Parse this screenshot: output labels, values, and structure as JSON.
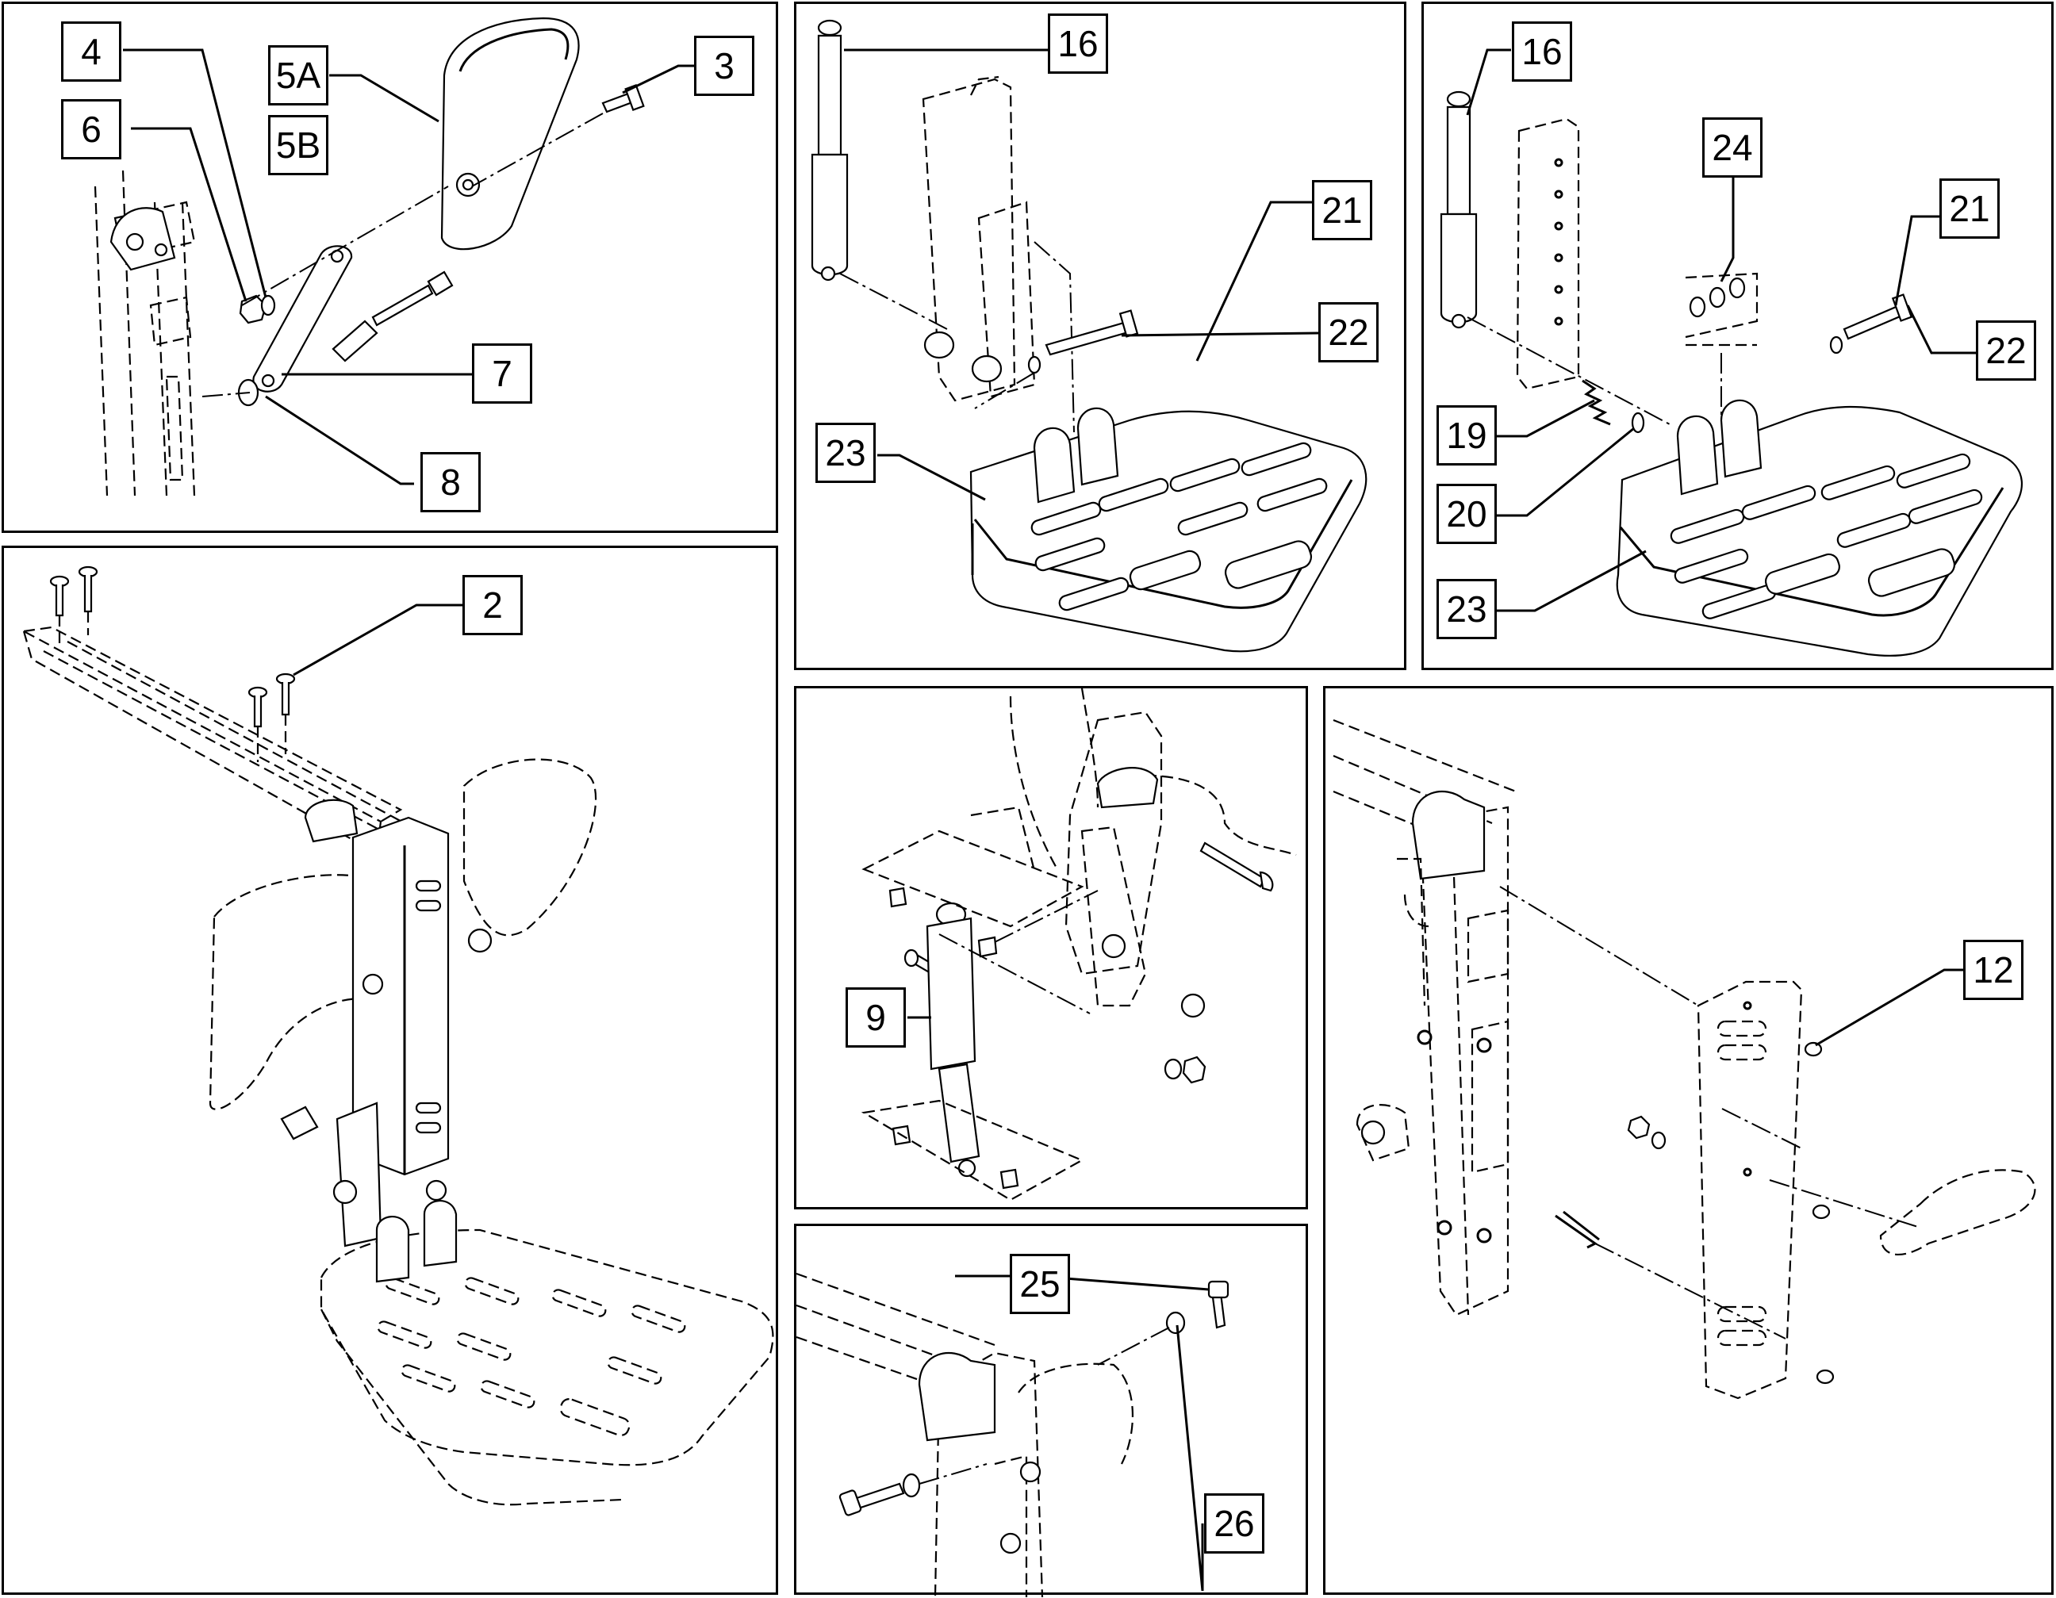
{
  "panels": [
    {
      "id": "armrest",
      "callouts": [
        "4",
        "5A",
        "3",
        "6",
        "5B",
        "7",
        "8"
      ]
    },
    {
      "id": "leg-assembly",
      "callouts": [
        "2"
      ]
    },
    {
      "id": "footplate-standard",
      "callouts": [
        "16",
        "21",
        "22",
        "23"
      ]
    },
    {
      "id": "footplate-adjustable",
      "callouts": [
        "16",
        "24",
        "21",
        "22",
        "19",
        "20",
        "23"
      ]
    },
    {
      "id": "actuator",
      "callouts": [
        "9"
      ]
    },
    {
      "id": "calf-pad-bracket",
      "callouts": [
        "12"
      ]
    },
    {
      "id": "pivot-hardware",
      "callouts": [
        "25",
        "26"
      ]
    }
  ],
  "labels": {
    "c4": "4",
    "c5a": "5A",
    "c3": "3",
    "c6": "6",
    "c5b": "5B",
    "c7": "7",
    "c8": "8",
    "c2": "2",
    "c16a": "16",
    "c21a": "21",
    "c22a": "22",
    "c23a": "23",
    "c16b": "16",
    "c24": "24",
    "c21b": "21",
    "c22b": "22",
    "c19": "19",
    "c20": "20",
    "c23b": "23",
    "c9": "9",
    "c12": "12",
    "c25": "25",
    "c26": "26"
  }
}
